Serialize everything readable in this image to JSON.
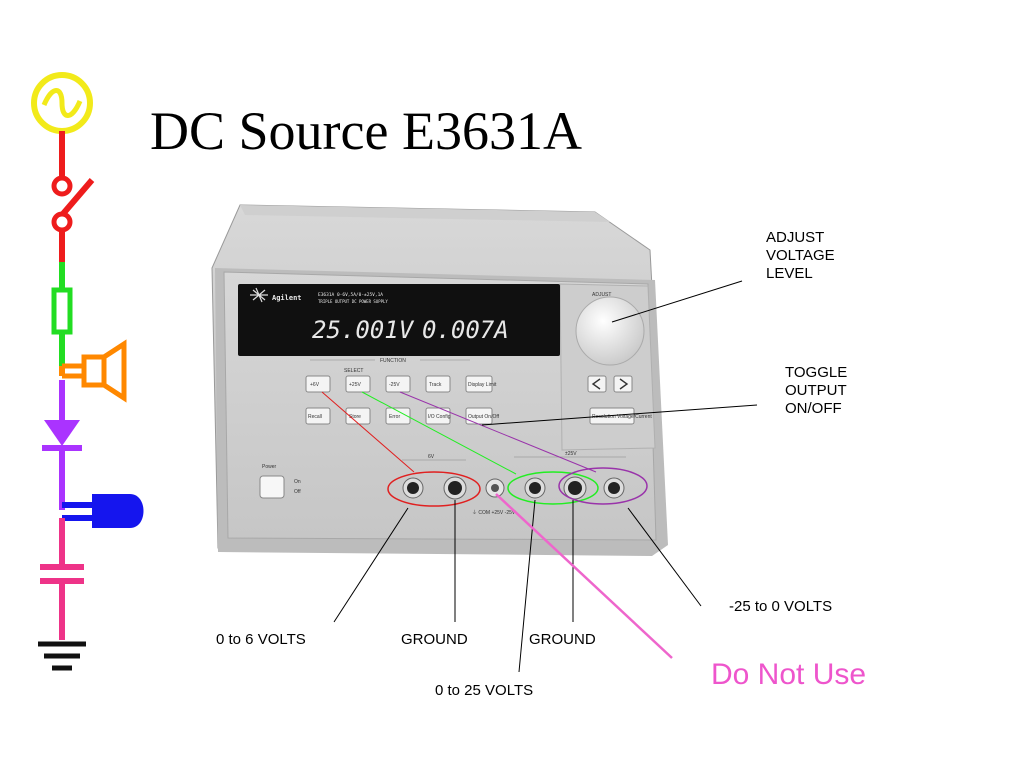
{
  "slide": {
    "title": "DC Source E3631A"
  },
  "device": {
    "brand": "Agilent",
    "model_line": "E3631A  0-6V,5A/0-±25V,1A",
    "model_sub": "TRIPLE OUTPUT DC POWER SUPPLY",
    "display_voltage": "25.001V",
    "display_current": "0.007A",
    "function_label": "FUNCTION",
    "select_label": "SELECT",
    "adjust_label": "ADJUST",
    "buttons_row1": [
      "+6V",
      "+25V",
      "-25V",
      "Track",
      "Display Limit"
    ],
    "buttons_row2": [
      "Recall",
      "Store",
      "Error",
      "I/O Config",
      "Output On/Off"
    ],
    "resolution_label": "Resolution Voltage/Current",
    "power_label": "Power",
    "power_on": "On",
    "power_off": "Off",
    "terminal_group_1": "6V",
    "terminal_group_2": "±25V",
    "terminal_bottom_text": "⏚  COM  +25V  -25V"
  },
  "annotations": {
    "adjust": [
      "ADJUST",
      "VOLTAGE",
      "LEVEL"
    ],
    "toggle": [
      "TOGGLE",
      "OUTPUT",
      "ON/OFF"
    ],
    "zero_to_6": "0 to 6 VOLTS",
    "ground_1": "GROUND",
    "ground_2": "GROUND",
    "zero_to_25": "0 to 25 VOLTS",
    "neg_25": "-25 to 0 VOLTS",
    "do_not_use": "Do Not Use"
  },
  "colors": {
    "sidebar_yellow": "#f2ea1a",
    "sidebar_red": "#ee1c1c",
    "sidebar_green": "#22dd22",
    "sidebar_orange": "#ff8800",
    "sidebar_purple": "#aa33ff",
    "sidebar_blue": "#1515ee",
    "sidebar_pink": "#ee3388",
    "ring_red": "#e02020",
    "ring_green": "#22ee22",
    "ring_purple": "#9933aa",
    "pink_pointer": "#ee66cc"
  }
}
